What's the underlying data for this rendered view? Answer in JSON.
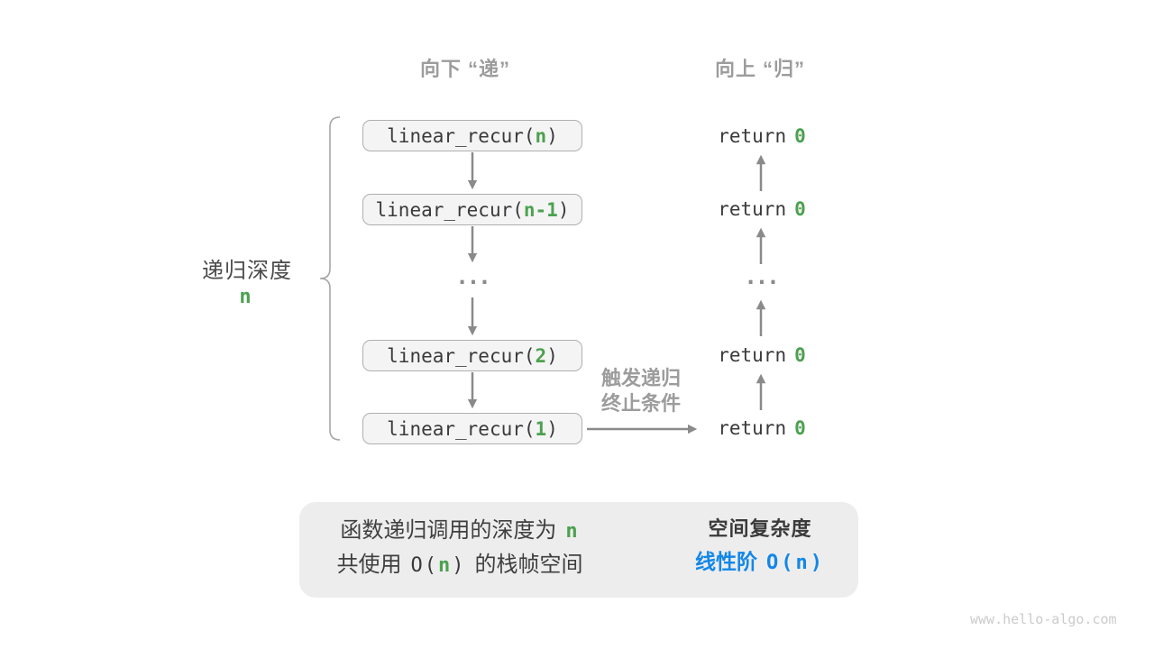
{
  "headers": {
    "down": "向下 “递”",
    "up": "向上 “归”"
  },
  "depth": {
    "label": "递归深度",
    "value": "n"
  },
  "calls": [
    {
      "prefix": "linear_recur(",
      "arg": "n",
      "suffix": ")"
    },
    {
      "prefix": "linear_recur(",
      "arg": "n-1",
      "suffix": ")"
    },
    {
      "prefix": "linear_recur(",
      "arg": "2",
      "suffix": ")"
    },
    {
      "prefix": "linear_recur(",
      "arg": "1",
      "suffix": ")"
    }
  ],
  "ellipsis": "...",
  "returns": [
    {
      "keyword": "return",
      "value": "0"
    },
    {
      "keyword": "return",
      "value": "0"
    },
    {
      "keyword": "return",
      "value": "0"
    },
    {
      "keyword": "return",
      "value": "0"
    }
  ],
  "trigger": {
    "line1": "触发递归",
    "line2": "终止条件"
  },
  "summary": {
    "line1_text": "函数递归调用的深度为",
    "line1_var": "n",
    "line2_pre": "共使用",
    "line2_o_open": "O(",
    "line2_var": "n",
    "line2_o_close": ")",
    "line2_post": "的栈帧空间",
    "result_title": "空间复杂度",
    "result_label": "线性阶",
    "result_value": "O(n)"
  },
  "watermark": "www.hello-algo.com",
  "colors": {
    "green": "#4CA150",
    "blue": "#1287E8",
    "gray_label": "#9C9C9C",
    "dark_text": "#3A3A3A",
    "arrow": "#8A8A8A",
    "box_fill": "#F4F4F4",
    "box_border": "#AFAFAF",
    "panel_fill": "#EDEDED",
    "block_arrow": "#C5C5C5",
    "watermark": "#CBCBCB"
  }
}
